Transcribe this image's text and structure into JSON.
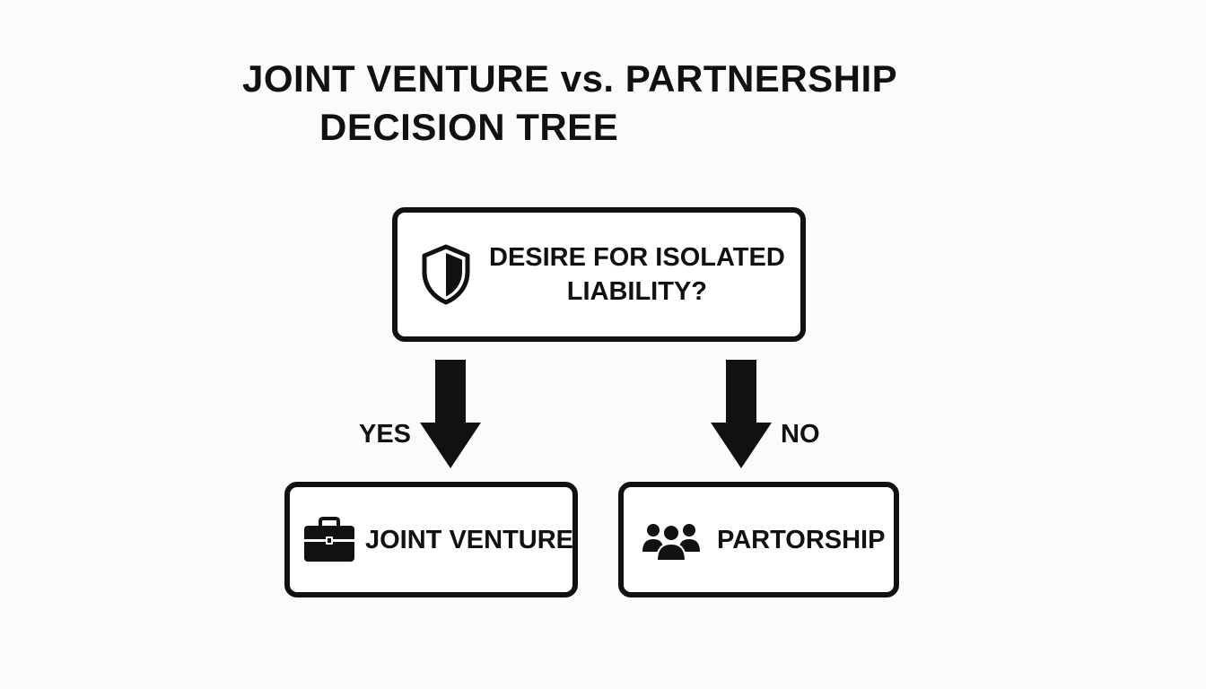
{
  "title": {
    "line1": "JOINT VENTURE vs. PARTNERSHIP",
    "line2": "DECISION TREE"
  },
  "question_node": {
    "icon": "shield-icon",
    "line1": "DESIRE FOR ISOLATED",
    "line2": "LIABILITY?"
  },
  "branches": {
    "yes_label": "YES",
    "no_label": "NO"
  },
  "outcomes": {
    "yes": {
      "icon": "briefcase-icon",
      "label": "JOINT VENTURE"
    },
    "no": {
      "icon": "people-group-icon",
      "label": "PARTORSHIP"
    }
  },
  "colors": {
    "ink": "#111111",
    "background": "#fbfbfb",
    "box_fill": "#ffffff"
  }
}
